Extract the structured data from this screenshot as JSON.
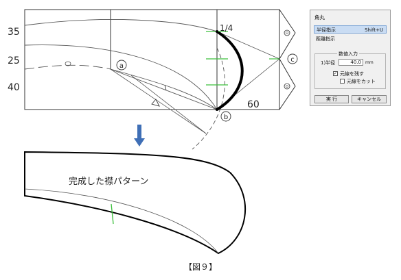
{
  "drawing": {
    "row_labels": [
      "35",
      "25",
      "40"
    ],
    "quarter_label": "1/4",
    "label_60": "60",
    "point_a": "a",
    "point_b": "b",
    "point_c": "c",
    "result_caption": "完成した襟パターン",
    "figure_caption": "【図９】",
    "colors": {
      "line": "#333333",
      "bold_curve": "#000000",
      "green_marks": "#3bbf3b",
      "arrow_blue": "#3f6fb6"
    }
  },
  "panel": {
    "title": "角丸",
    "menu": [
      {
        "label": "半径指示",
        "shortcut": "Shift+U",
        "selected": true
      },
      {
        "label": "距離指示",
        "shortcut": "",
        "selected": false
      }
    ],
    "group_title": "数値入力",
    "radius_label": "1)半径",
    "radius_value": "40.0",
    "radius_unit": "mm",
    "keep_original_label": "元線を残す",
    "keep_original_checked": true,
    "cut_original_label": "元線をカット",
    "cut_original_checked": false,
    "ok_label": "実 行",
    "cancel_label": "キャンセル"
  }
}
